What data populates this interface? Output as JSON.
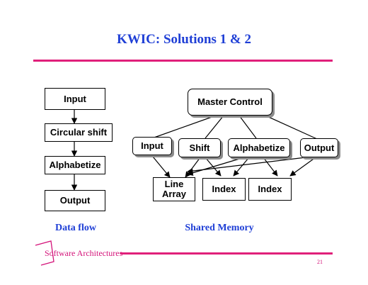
{
  "slide": {
    "title": "KWIC: Solutions 1 & 2",
    "page_number": "21",
    "footer": "Software Architectures"
  },
  "left_diagram": {
    "caption": "Data flow",
    "boxes": [
      "Input",
      "Circular shift",
      "Alphabetize",
      "Output"
    ]
  },
  "right_diagram": {
    "caption": "Shared Memory",
    "master": "Master Control",
    "modules": [
      "Input",
      "Shift",
      "Alphabetize",
      "Output"
    ],
    "data": [
      "Line Array",
      "Index",
      "Index"
    ]
  },
  "colors": {
    "title": "#1f3fd6",
    "accent": "#e0207a"
  }
}
